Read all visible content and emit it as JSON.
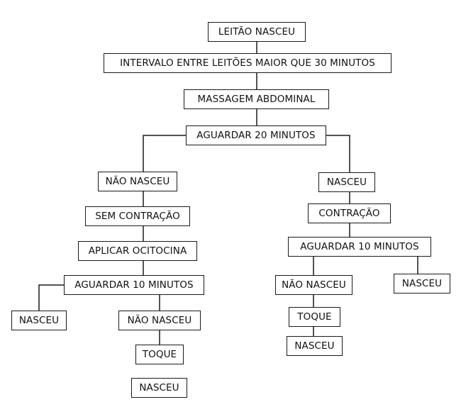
{
  "flowchart": {
    "nodes": {
      "leitao_nasceu": "LEITÃO NASCEU",
      "intervalo": "INTERVALO ENTRE LEITÕES MAIOR QUE 30 MINUTOS",
      "massagem": "MASSAGEM ABDOMINAL",
      "aguardar_20": "AGUARDAR 20 MINUTOS",
      "nao_nasceu_left": "NÃO NASCEU",
      "sem_contracao": "SEM CONTRAÇÃO",
      "aplicar_ocitocina": "APLICAR OCITOCINA",
      "aguardar_10_left": "AGUARDAR 10 MINUTOS",
      "nasceu_far_left": "NASCEU",
      "nao_nasceu_left_2": "NÃO NASCEU",
      "toque_left": "TOQUE",
      "nasceu_bottom_left": "NASCEU",
      "nasceu_right": "NASCEU",
      "contracao": "CONTRAÇÃO",
      "aguardar_10_right": "AGUARDAR 10 MINUTOS",
      "nao_nasceu_right": "NÃO NASCEU",
      "nasceu_far_right": "NASCEU",
      "toque_right": "TOQUE",
      "nasceu_bottom_right": "NASCEU"
    }
  }
}
